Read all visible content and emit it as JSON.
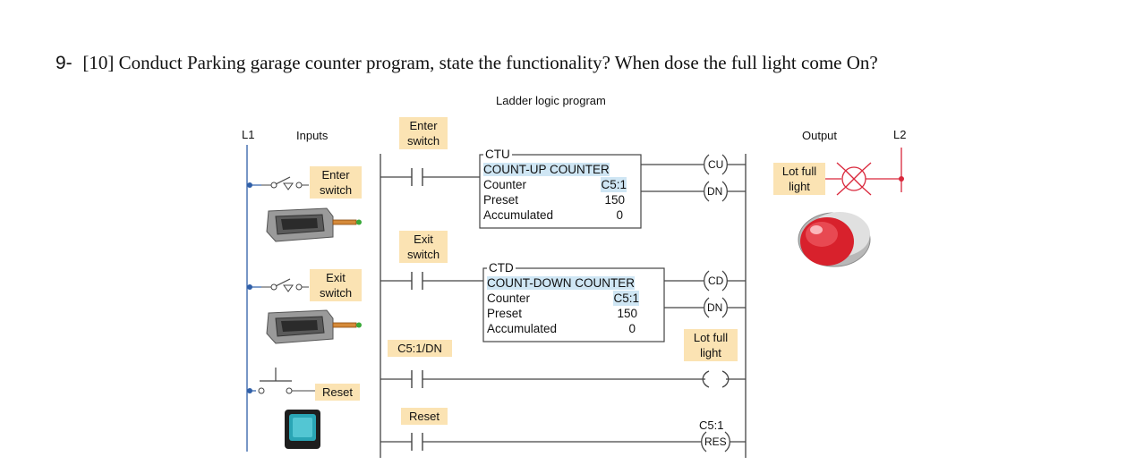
{
  "question": {
    "number": "9-",
    "text": "[10] Conduct Parking garage counter program, state the functionality? When dose the full light come On?"
  },
  "diagram": {
    "title": "Ladder logic program",
    "rail_left": "L1",
    "rail_right": "L2",
    "inputs_label": "Inputs",
    "output_label": "Output",
    "inputs": {
      "enter_switch": "Enter switch",
      "exit_switch": "Exit switch",
      "reset": "Reset"
    },
    "contacts": {
      "enter": "Enter switch",
      "exit": "Exit switch",
      "done_bit": "C5:1/DN",
      "reset": "Reset"
    },
    "ctu": {
      "tag": "CTU",
      "name": "COUNT-UP COUNTER",
      "counter_label": "Counter",
      "counter_value": "C5:1",
      "preset_label": "Preset",
      "preset_value": "150",
      "accum_label": "Accumulated",
      "accum_value": "0",
      "coil_top": "CU",
      "coil_bottom": "DN"
    },
    "ctd": {
      "tag": "CTD",
      "name": "COUNT-DOWN COUNTER",
      "counter_label": "Counter",
      "counter_value": "C5:1",
      "preset_label": "Preset",
      "preset_value": "150",
      "accum_label": "Accumulated",
      "accum_value": "0",
      "coil_top": "CD",
      "coil_bottom": "DN"
    },
    "lot_full_coil": "Lot full light",
    "reset_coil_addr": "C5:1",
    "reset_coil": "RES",
    "output_device": "Lot full light"
  },
  "colors": {
    "tag_bg": "#fbe3b3",
    "highlight_bg": "#cfe6f4",
    "wire_blue": "#2f5fa8",
    "wire_red": "#d9273b",
    "lamp_red": "#d8212c"
  }
}
